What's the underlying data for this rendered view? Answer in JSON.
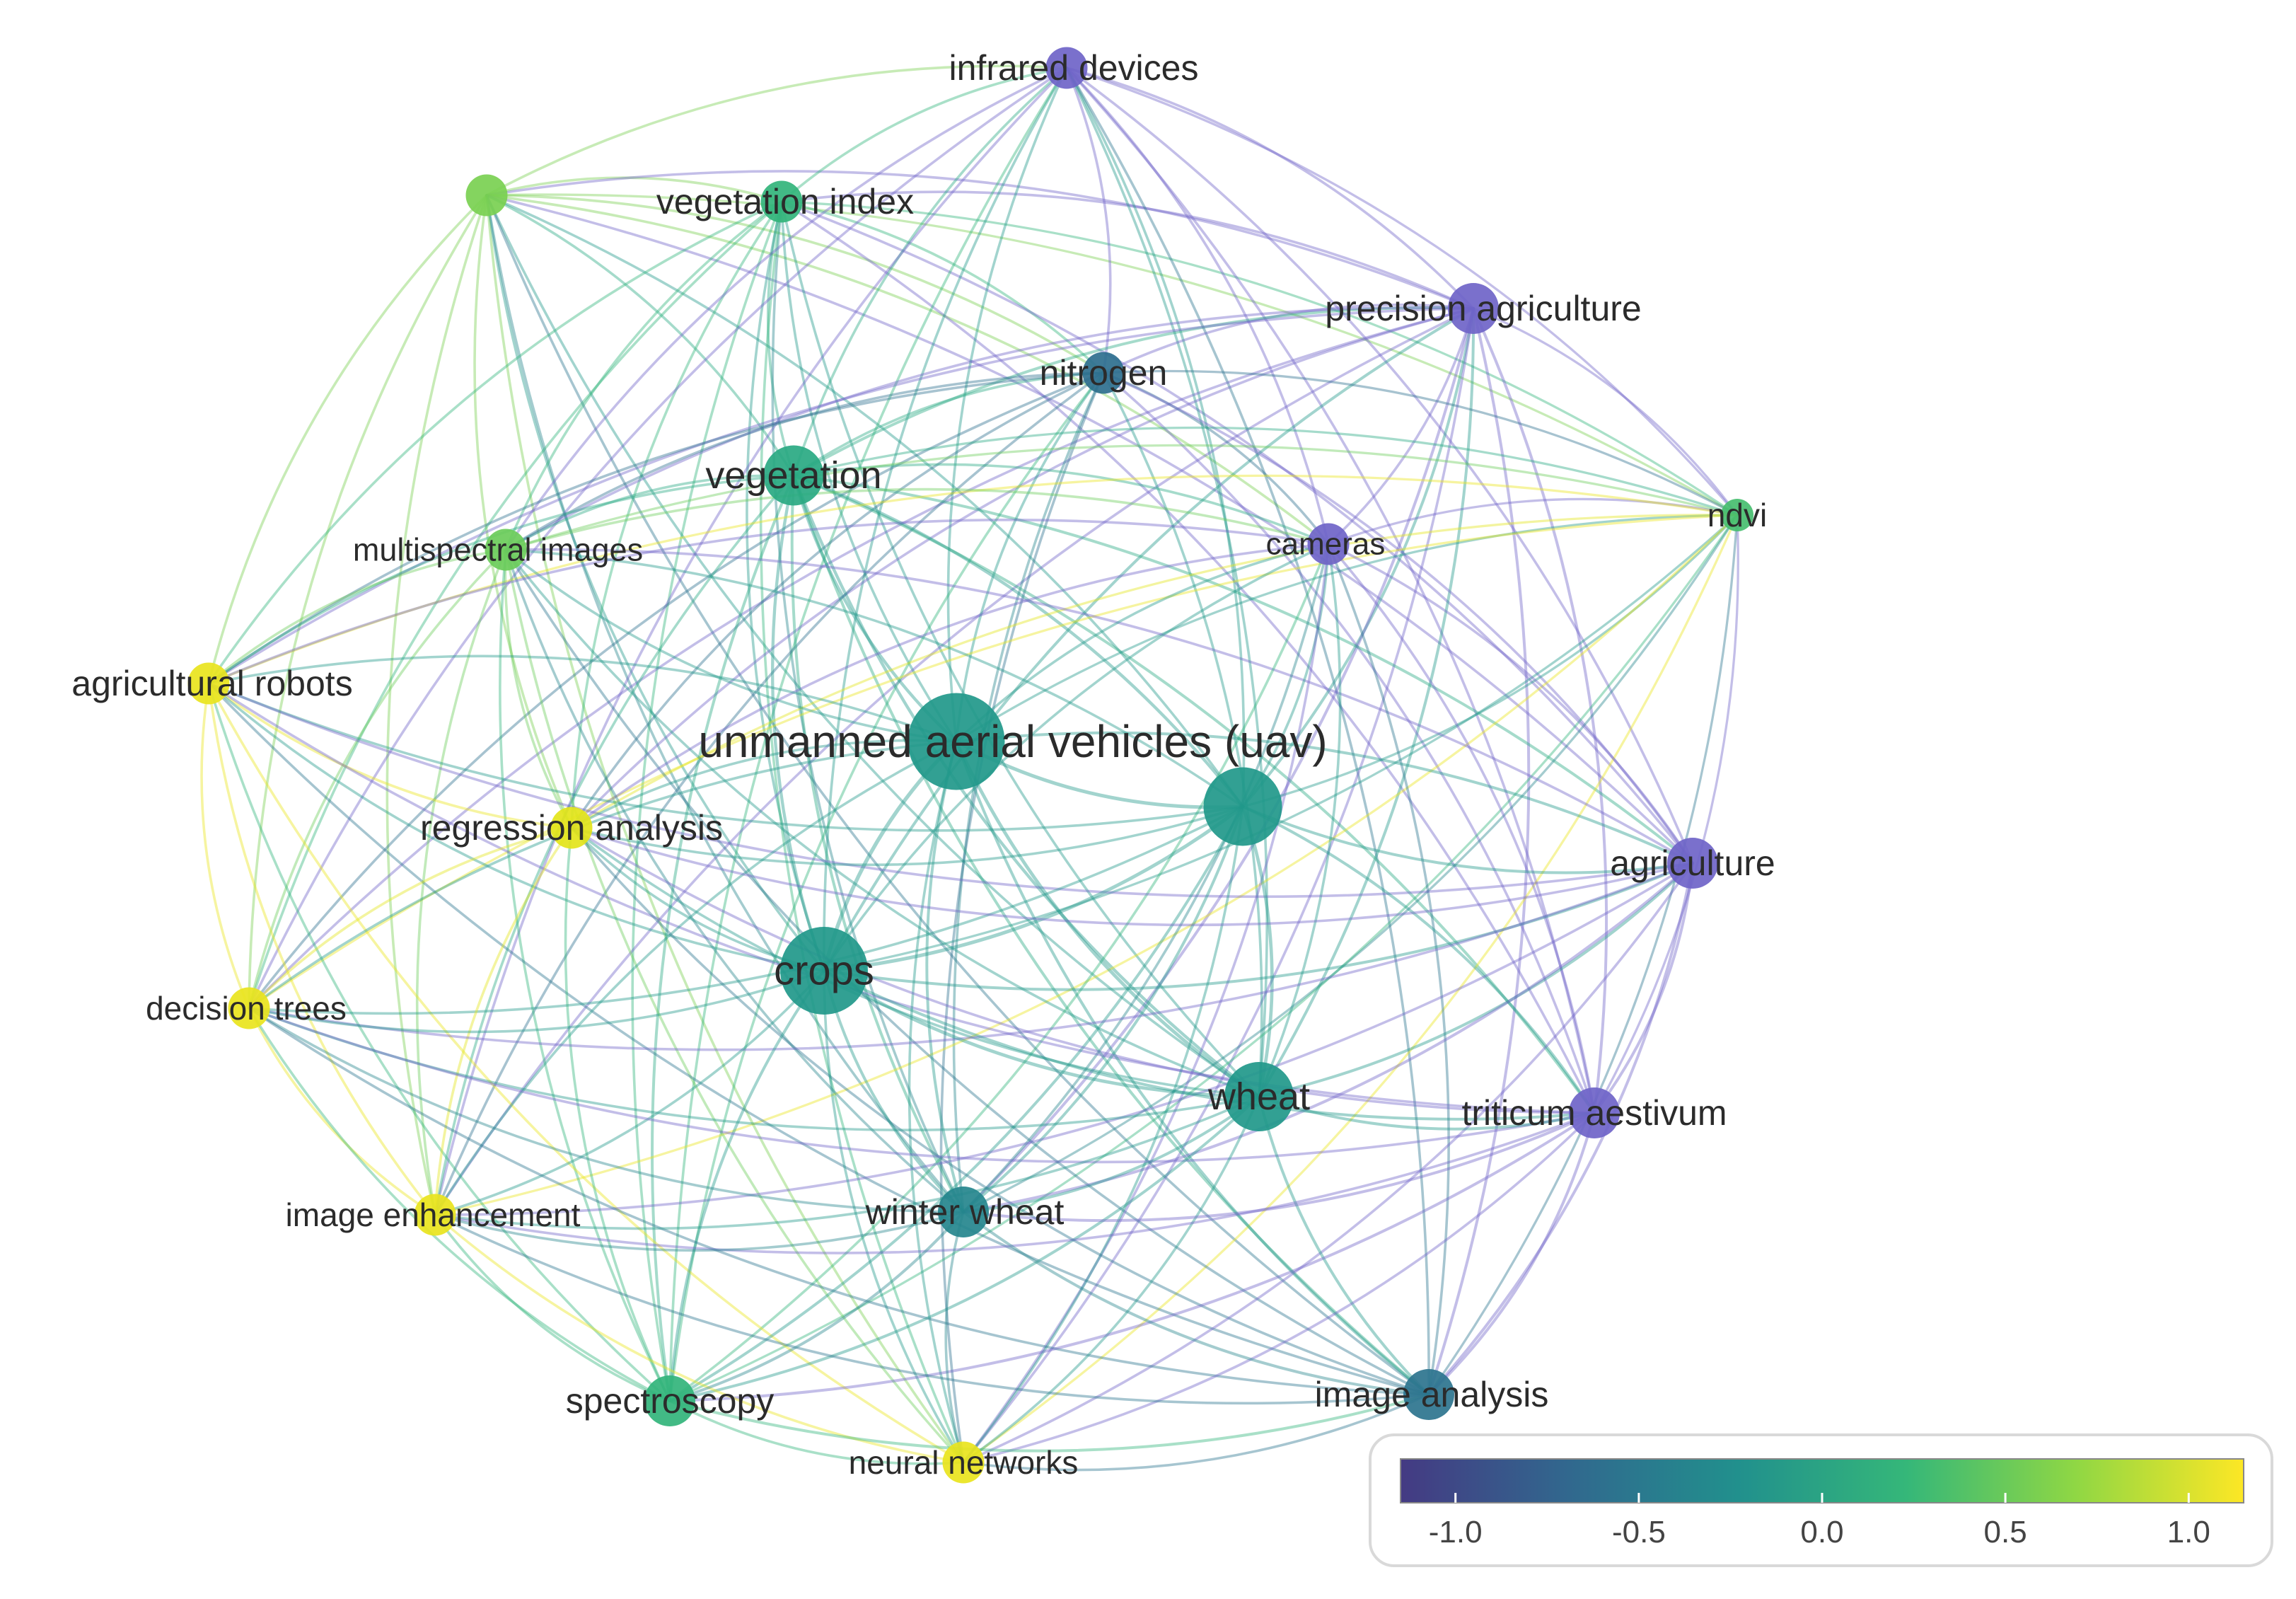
{
  "network": {
    "nodes": [
      {
        "id": "unlabeled-node",
        "label": "",
        "score": 0.5,
        "weight": 3
      },
      {
        "id": "vegetation-index",
        "label": "vegetation index",
        "score": 0.2,
        "weight": 3
      },
      {
        "id": "infrared-devices",
        "label": "infrared devices",
        "score": -0.95,
        "weight": 3
      },
      {
        "id": "precision-agriculture",
        "label": "precision agriculture",
        "score": -0.9,
        "weight": 4
      },
      {
        "id": "nitrogen",
        "label": "nitrogen",
        "score": -0.4,
        "weight": 3
      },
      {
        "id": "vegetation",
        "label": "vegetation",
        "score": 0.1,
        "weight": 5
      },
      {
        "id": "ndvi",
        "label": "ndvi",
        "score": 0.3,
        "weight": 2
      },
      {
        "id": "multispectral-images",
        "label": "multispectral images",
        "score": 0.45,
        "weight": 3
      },
      {
        "id": "cameras",
        "label": "cameras",
        "score": -1.0,
        "weight": 3
      },
      {
        "id": "agricultural-robots",
        "label": "agricultural robots",
        "score": 1.0,
        "weight": 3
      },
      {
        "id": "unmanned-aerial-vehicles",
        "label": "unmanned aerial vehicles (uav)",
        "score": -0.05,
        "weight": 9
      },
      {
        "id": "unlabeled-hub",
        "label": "",
        "score": -0.05,
        "weight": 7
      },
      {
        "id": "regression-analysis",
        "label": "regression analysis",
        "score": 0.95,
        "weight": 3
      },
      {
        "id": "agriculture",
        "label": "agriculture",
        "score": -0.9,
        "weight": 4
      },
      {
        "id": "crops",
        "label": "crops",
        "score": -0.05,
        "weight": 8
      },
      {
        "id": "decision-trees",
        "label": "decision trees",
        "score": 1.0,
        "weight": 3
      },
      {
        "id": "wheat",
        "label": "wheat",
        "score": -0.05,
        "weight": 6
      },
      {
        "id": "triticum-aestivum",
        "label": "triticum aestivum",
        "score": -0.9,
        "weight": 4
      },
      {
        "id": "image-enhancement",
        "label": "image enhancement",
        "score": 1.0,
        "weight": 3
      },
      {
        "id": "winter-wheat",
        "label": "winter wheat",
        "score": -0.2,
        "weight": 4
      },
      {
        "id": "spectroscopy",
        "label": "spectroscopy",
        "score": 0.2,
        "weight": 4
      },
      {
        "id": "image-analysis",
        "label": "image analysis",
        "score": -0.35,
        "weight": 4
      },
      {
        "id": "neural-networks",
        "label": "neural networks",
        "score": 1.0,
        "weight": 3
      }
    ]
  },
  "colorbar": {
    "stops": [
      "#443a83",
      "#31688e",
      "#21908d",
      "#35b779",
      "#8fd744",
      "#fde725"
    ],
    "ticks": [
      {
        "value": -1.0,
        "label": "-1.0"
      },
      {
        "value": -0.5,
        "label": "-0.5"
      },
      {
        "value": 0.0,
        "label": "0.0"
      },
      {
        "value": 0.5,
        "label": "0.5"
      },
      {
        "value": 1.0,
        "label": "1.0"
      }
    ],
    "min": -1.15,
    "max": 1.15
  }
}
